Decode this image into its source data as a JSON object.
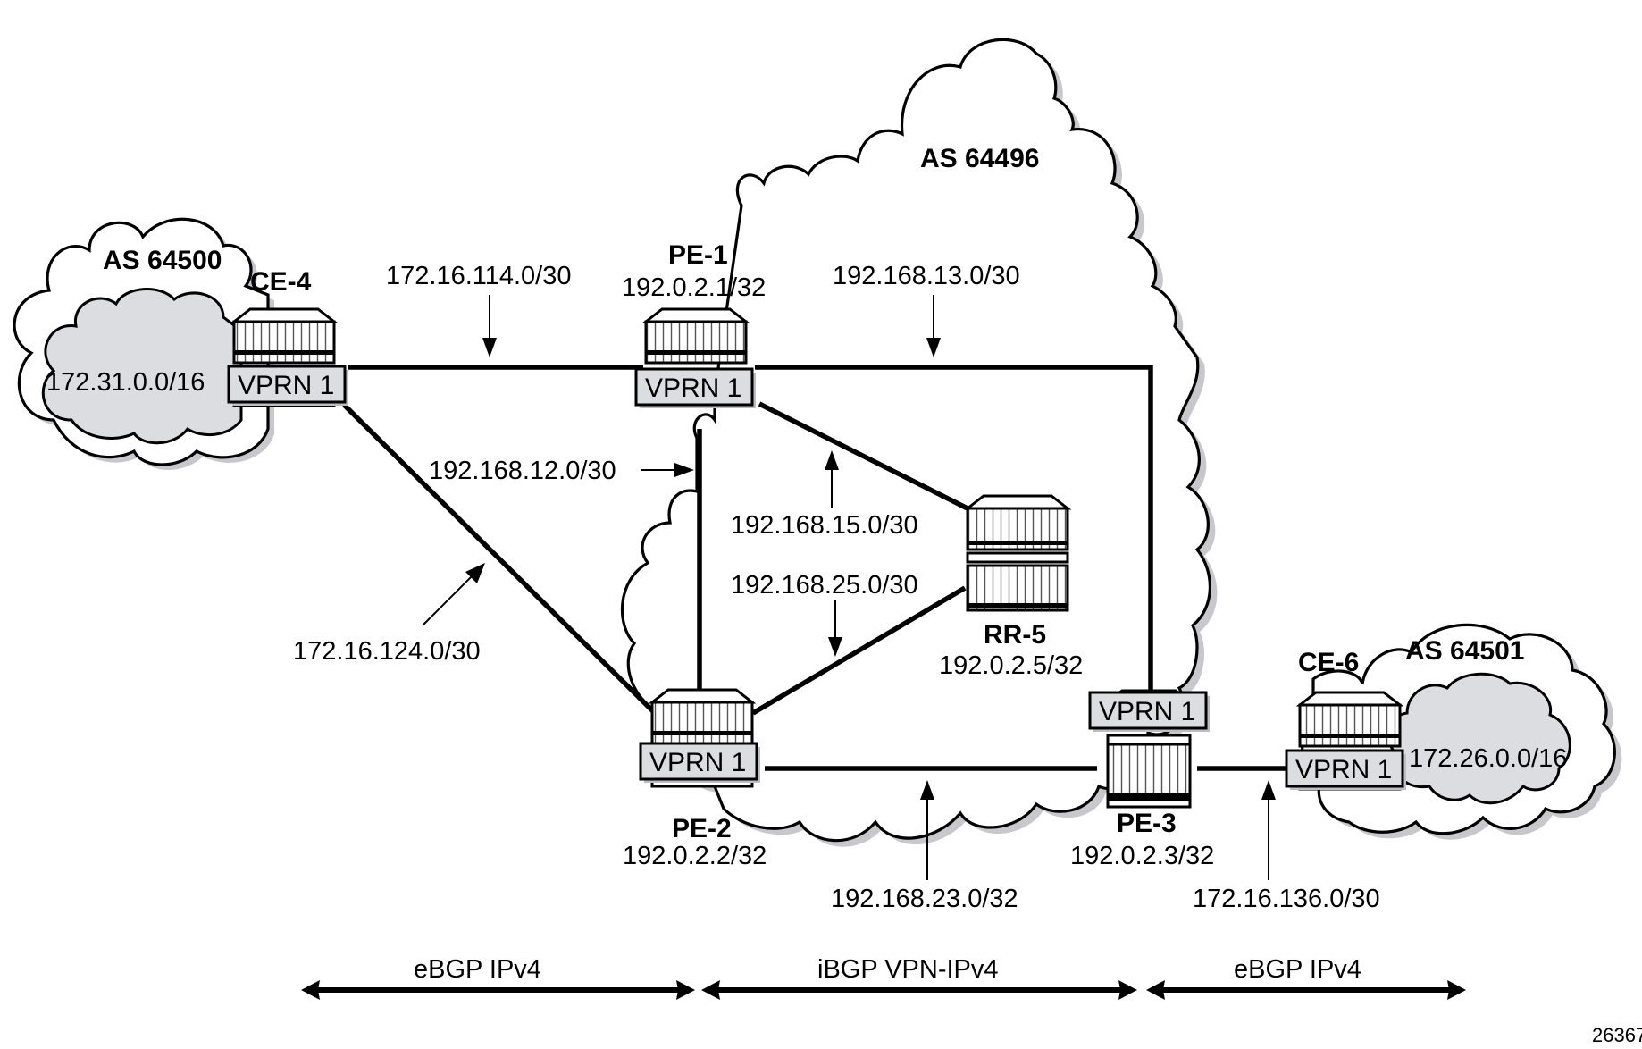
{
  "figure_id": "26367",
  "autonomous_systems": [
    {
      "id": "as-64500",
      "label": "AS 64500",
      "inner_prefix": "172.31.0.0/16"
    },
    {
      "id": "as-64496",
      "label": "AS 64496"
    },
    {
      "id": "as-64501",
      "label": "AS 64501",
      "inner_prefix": "172.26.0.0/16"
    }
  ],
  "nodes": [
    {
      "id": "ce-4",
      "name": "CE-4",
      "address": "",
      "vprn": "VPRN 1"
    },
    {
      "id": "pe-1",
      "name": "PE-1",
      "address": "192.0.2.1/32",
      "vprn": "VPRN 1"
    },
    {
      "id": "pe-2",
      "name": "PE-2",
      "address": "192.0.2.2/32",
      "vprn": "VPRN 1"
    },
    {
      "id": "pe-3",
      "name": "PE-3",
      "address": "192.0.2.3/32",
      "vprn": "VPRN 1"
    },
    {
      "id": "rr-5",
      "name": "RR-5",
      "address": "192.0.2.5/32",
      "vprn": ""
    },
    {
      "id": "ce-6",
      "name": "CE-6",
      "address": "",
      "vprn": "VPRN 1"
    }
  ],
  "links": [
    {
      "from": "ce-4",
      "to": "pe-1",
      "subnet": "172.16.114.0/30"
    },
    {
      "from": "ce-4",
      "to": "pe-2",
      "subnet": "172.16.124.0/30"
    },
    {
      "from": "pe-1",
      "to": "pe-2",
      "subnet": "192.168.12.0/30"
    },
    {
      "from": "pe-1",
      "to": "pe-3",
      "subnet": "192.168.13.0/30"
    },
    {
      "from": "pe-1",
      "to": "rr-5",
      "subnet": "192.168.15.0/30"
    },
    {
      "from": "pe-2",
      "to": "rr-5",
      "subnet": "192.168.25.0/30"
    },
    {
      "from": "pe-2",
      "to": "pe-3",
      "subnet": "192.168.23.0/32"
    },
    {
      "from": "pe-3",
      "to": "ce-6",
      "subnet": "172.16.136.0/30"
    }
  ],
  "sessions": [
    {
      "label": "eBGP IPv4"
    },
    {
      "label": "iBGP VPN-IPv4"
    },
    {
      "label": "eBGP IPv4"
    }
  ]
}
